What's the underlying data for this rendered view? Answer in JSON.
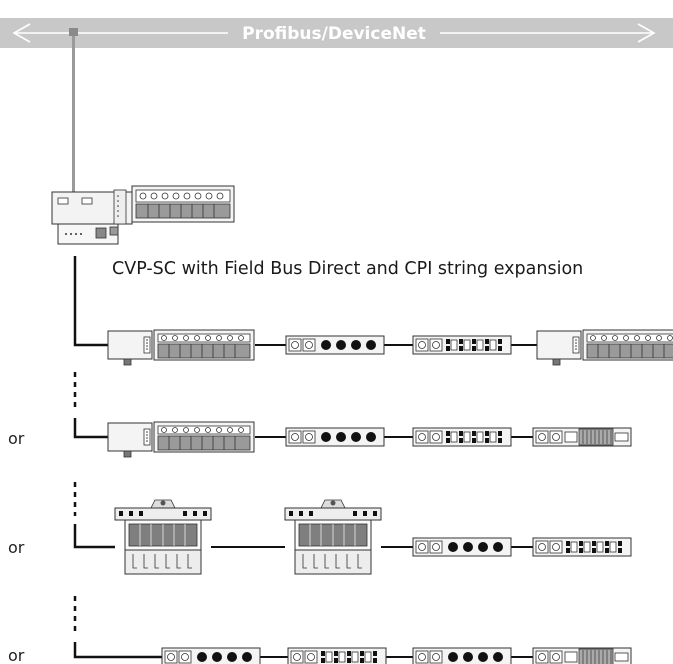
{
  "bus": {
    "label": "Profibus/DeviceNet"
  },
  "caption": "CVP-SC with Field Bus Direct and CPI string expansion",
  "alternatives": [
    "or",
    "or",
    "or"
  ],
  "colors": {
    "bus_band": "#c8c8c8",
    "bus_stroke": "#ffffff",
    "drop_line": "#9a9a9a",
    "cable": "#111111",
    "module_fill": "#f2f2f2",
    "module_dark": "#8c8c8c",
    "module_stroke": "#333333"
  }
}
